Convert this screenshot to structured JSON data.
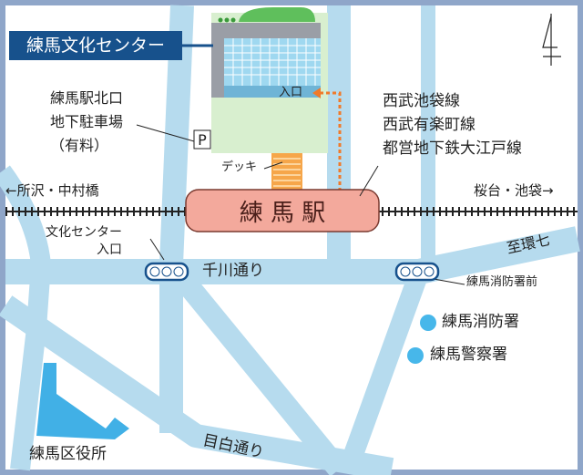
{
  "colors": {
    "frame": "#8fa6c9",
    "road": "#b6dbee",
    "park": "#d8efcf",
    "station_fill": "#f3a99c",
    "station_border": "#b0473f",
    "label_box": "#17518c",
    "dot": "#47b7ea",
    "accent_orange": "#f07a2a"
  },
  "labels": {
    "culture_center": "練馬文化センター",
    "parking": "練馬駅北口\n地下駐車場\n（有料）",
    "parking_icon": "P",
    "entrance": "入口",
    "deck": "デッキ",
    "lines": [
      "西武池袋線",
      "西武有楽町線",
      "都営地下鉄大江戸線"
    ],
    "west_direction": "←所沢・中村橋",
    "east_direction": "桜台・池袋→",
    "station": "練 馬 駅",
    "culture_center_entrance": "文化センター\n入口",
    "senkawa": "千川通り",
    "kan7": "至環七",
    "fire_station_front": "練馬消防署前",
    "fire_station": "練馬消防署",
    "police_station": "練馬警察署",
    "ward_office": "練馬区役所",
    "mejiro": "目白通り"
  }
}
